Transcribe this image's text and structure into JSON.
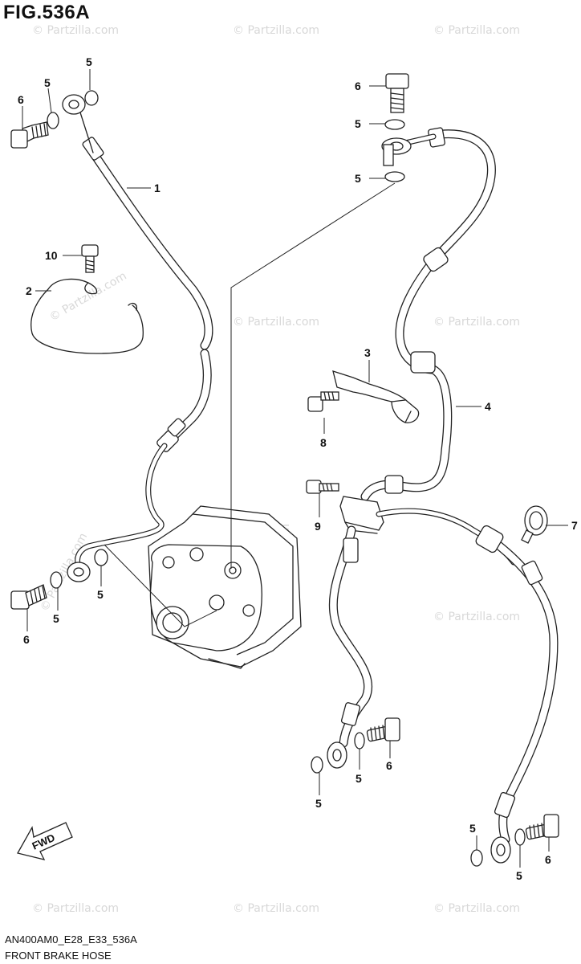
{
  "figure": {
    "title": "FIG.536A",
    "code": "AN400AM0_E28_E33_536A",
    "name": "FRONT BRAKE HOSE"
  },
  "callouts": [
    {
      "id": "c1",
      "label": "1"
    },
    {
      "id": "c2",
      "label": "2"
    },
    {
      "id": "c3",
      "label": "3"
    },
    {
      "id": "c4",
      "label": "4"
    },
    {
      "id": "c5a",
      "label": "5"
    },
    {
      "id": "c5b",
      "label": "5"
    },
    {
      "id": "c5c",
      "label": "5"
    },
    {
      "id": "c5d",
      "label": "5"
    },
    {
      "id": "c5e",
      "label": "5"
    },
    {
      "id": "c5f",
      "label": "5"
    },
    {
      "id": "c5g",
      "label": "5"
    },
    {
      "id": "c5h",
      "label": "5"
    },
    {
      "id": "c5i",
      "label": "5"
    },
    {
      "id": "c5j",
      "label": "5"
    },
    {
      "id": "c6a",
      "label": "6"
    },
    {
      "id": "c6b",
      "label": "6"
    },
    {
      "id": "c6c",
      "label": "6"
    },
    {
      "id": "c6d",
      "label": "6"
    },
    {
      "id": "c6e",
      "label": "6"
    },
    {
      "id": "c7",
      "label": "7"
    },
    {
      "id": "c8",
      "label": "8"
    },
    {
      "id": "c9",
      "label": "9"
    },
    {
      "id": "c10",
      "label": "10"
    }
  ],
  "fwd_label": "FWD",
  "watermark": "© Partzilla.com"
}
